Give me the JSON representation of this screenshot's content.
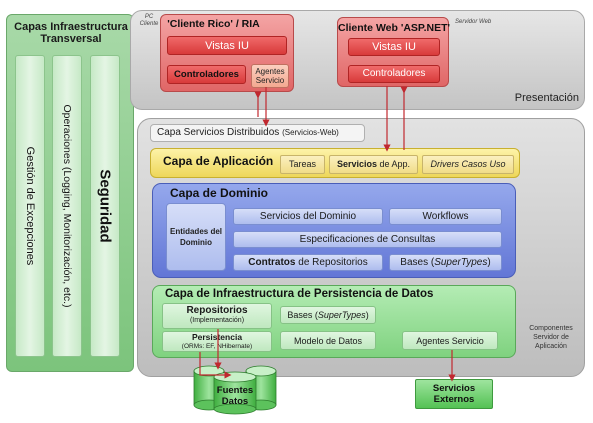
{
  "transversal": {
    "title": "Capas Infraestructura Transversal",
    "columns": [
      "Gestión de Excepciones",
      "Operaciones (Logging, Monitorización, etc.)",
      "Seguridad"
    ]
  },
  "presentation": {
    "label": "Presentación",
    "pc_cliente": "PC Cliente",
    "servidor_web": "Servidor Web",
    "rich_client": {
      "title": "'Cliente Rico' / RIA",
      "vistas": "Vistas IU",
      "controladores": "Controladores",
      "agentes": "Agentes Servicio"
    },
    "web_client": {
      "title": "Cliente Web 'ASP.NET'",
      "vistas": "Vistas IU",
      "controladores": "Controladores"
    }
  },
  "distributed_services": {
    "label": "Capa Servicios Distribuidos",
    "sublabel": "(Servicios-Web)"
  },
  "application_layer": {
    "title": "Capa de Aplicación",
    "tareas": "Tareas",
    "servicios_bold": "Servicios",
    "servicios_rest": " de App.",
    "drivers": "Drivers Casos Uso"
  },
  "domain_layer": {
    "title": "Capa de Dominio",
    "entidades": "Entidades del Dominio",
    "servicios": "Servicios del Dominio",
    "workflows": "Workflows",
    "especificaciones": "Especificaciones de Consultas",
    "contratos_bold": "Contratos",
    "contratos_rest": " de Repositorios",
    "bases_prefix": "Bases (",
    "bases_italic": "SuperTypes",
    "bases_suffix": ")"
  },
  "persistence_layer": {
    "title": "Capa de Infraestructura de Persistencia de Datos",
    "repositorios": "Repositorios",
    "repositorios_sub": "(Implementación)",
    "bases_prefix": "Bases (",
    "bases_italic": "SuperTypes",
    "bases_suffix": ")",
    "persistencia": "Persistencia",
    "persistencia_sub": "(ORMs: EF, NHibernate)",
    "modelo": "Modelo de Datos",
    "agentes": "Agentes Servicio"
  },
  "componentes_label": "Componentes Servidor de Aplicación",
  "externals": {
    "fuentes_datos": "Fuentes Datos",
    "servicios_externos": "Servicios Externos"
  },
  "colors": {
    "presentation_red": "#e06666",
    "application_yellow": "#eed75a",
    "domain_blue": "#6276d6",
    "persistence_green": "#7fd27f",
    "arrow_red": "#c0282f"
  }
}
